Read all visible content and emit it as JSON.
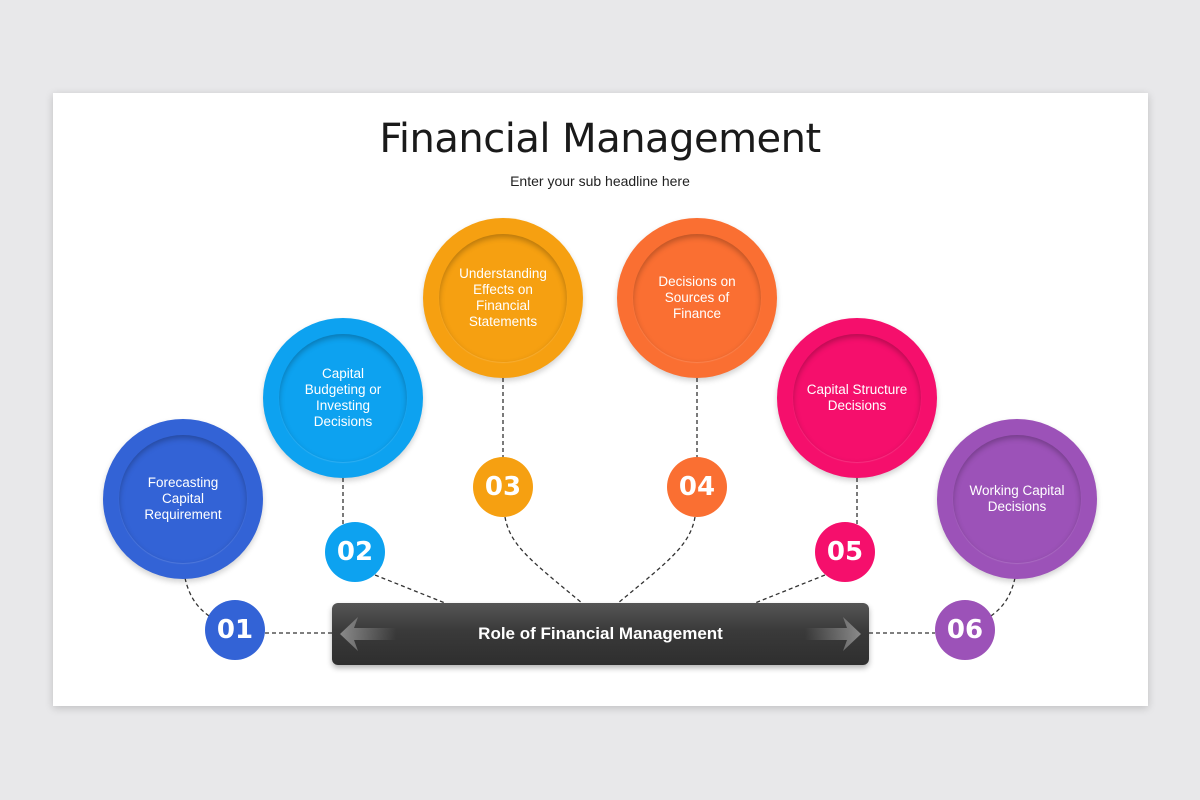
{
  "header": {
    "title": "Financial Management",
    "subtitle": "Enter your sub headline here"
  },
  "center_bar": {
    "label": "Role of Financial Management",
    "color": "#3a3a3a",
    "left_icon": "arrow-left-icon",
    "right_icon": "arrow-right-icon"
  },
  "items": [
    {
      "number": "01",
      "label": "Forecasting\nCapital\nRequirement",
      "color": "#3363d6"
    },
    {
      "number": "02",
      "label": "Capital\nBudgeting or\nInvesting\nDecisions",
      "color": "#0da2f0"
    },
    {
      "number": "03",
      "label": "Understanding\nEffects on\nFinancial\nStatements",
      "color": "#f6a011"
    },
    {
      "number": "04",
      "label": "Decisions on\nSources of\nFinance",
      "color": "#fa6f32"
    },
    {
      "number": "05",
      "label": "Capital Structure\nDecisions",
      "color": "#f50f6c"
    },
    {
      "number": "06",
      "label": "Working Capital\nDecisions",
      "color": "#9c52b8"
    }
  ]
}
